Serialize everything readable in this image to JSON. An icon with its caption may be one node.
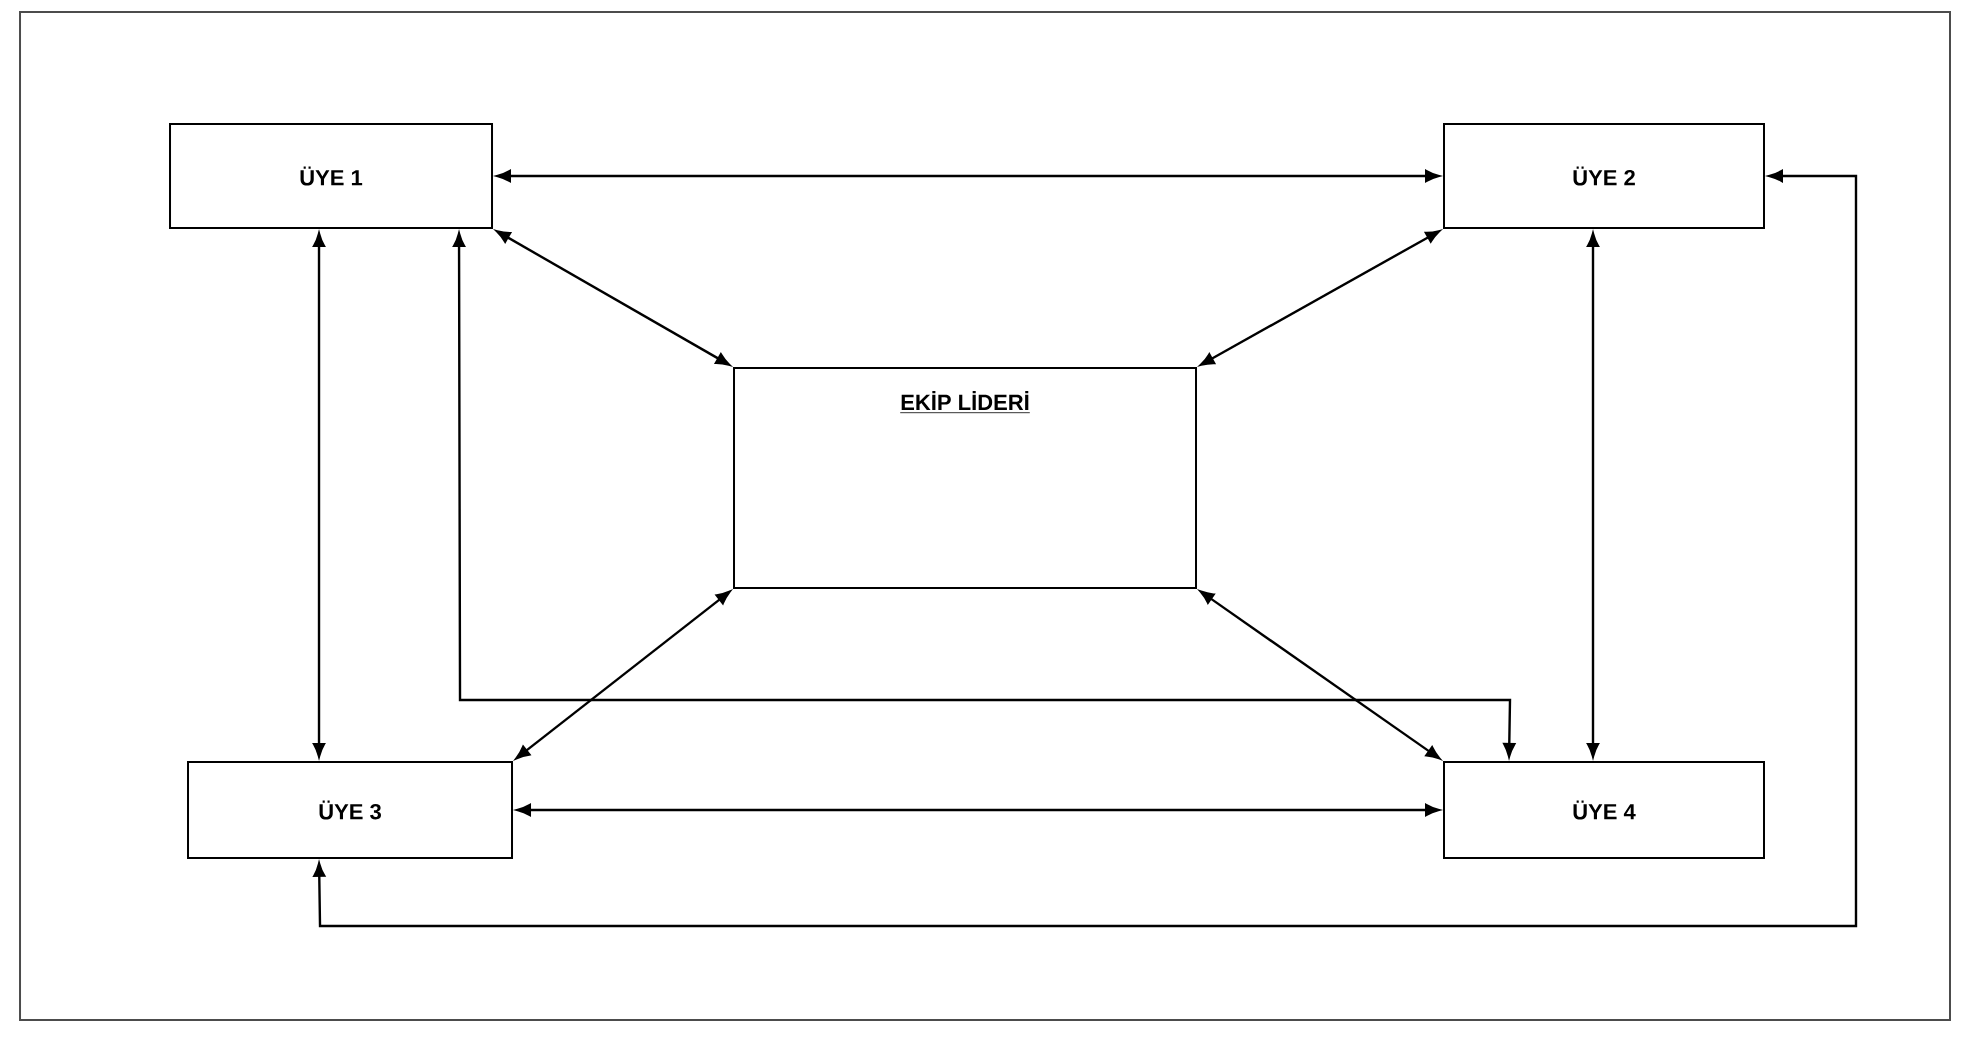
{
  "diagram": {
    "nodes": [
      {
        "text": [
          "ÜYE 1"
        ]
      },
      {
        "text": [
          "ÜYE 2"
        ]
      },
      {
        "text": [
          "EKİP LİDERİ"
        ]
      },
      {
        "text": [
          "ÜYE 3"
        ]
      },
      {
        "text": [
          "ÜYE 4"
        ]
      }
    ],
    "edges": [
      {
        "from": 0,
        "to": 1,
        "arrow": "both"
      },
      {
        "from": 0,
        "to": 2,
        "arrow": "both"
      },
      {
        "from": 1,
        "to": 2,
        "arrow": "both"
      },
      {
        "from": 0,
        "to": 3,
        "arrow": "both"
      },
      {
        "from": 1,
        "to": 4,
        "arrow": "both"
      },
      {
        "from": 3,
        "to": 2,
        "arrow": "both"
      },
      {
        "from": 4,
        "to": 2,
        "arrow": "both"
      },
      {
        "from": 3,
        "to": 4,
        "arrow": "both"
      },
      {
        "from": 0,
        "to": 4,
        "arrow": "both"
      },
      {
        "from": 3,
        "to": 1,
        "arrow": "both"
      }
    ]
  }
}
